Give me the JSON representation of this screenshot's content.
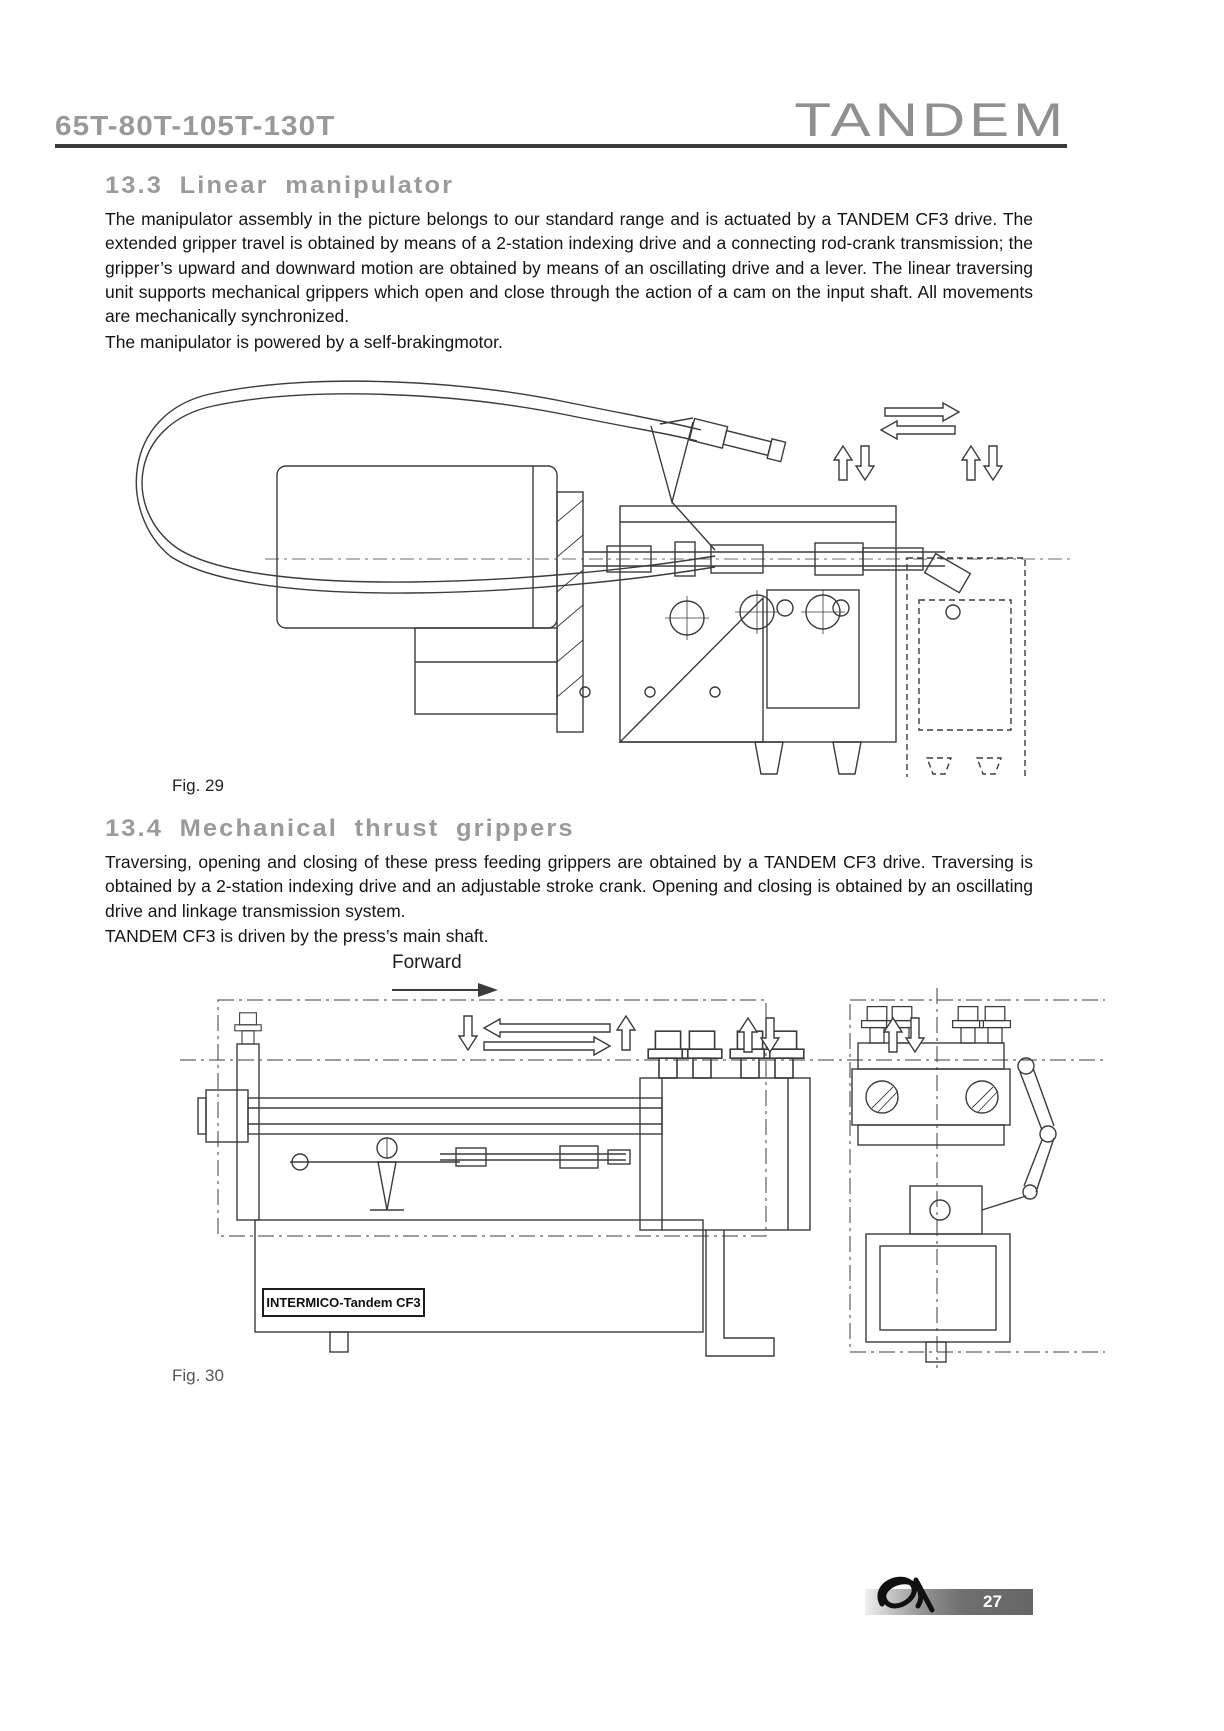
{
  "header": {
    "model_range": "65T-80T-105T-130T",
    "brand": "TANDEM"
  },
  "sections": {
    "linear_manipulator": {
      "heading": "13.3 Linear manipulator",
      "paragraph": "The manipulator assembly in the picture belongs to our standard range and is actuated by a TANDEM CF3 drive. The extended gripper travel is obtained by means of a 2-station indexing drive and a connecting rod-crank transmission; the gripper’s upward and downward motion are obtained by means of an oscillating drive and a lever. The linear traversing unit supports mechanical grippers which open and close through the action of a cam on the input shaft. All movements are mechanically synchronized.",
      "paragraph2": "The manipulator is powered by a self-brakingmotor.",
      "figure_caption": "Fig. 29"
    },
    "thrust_grippers": {
      "heading": "13.4 Mechanical thrust grippers",
      "paragraph": "Traversing, opening and closing of these press feeding grippers are obtained by a TANDEM CF3 drive. Traversing is obtained by a 2-station indexing drive and an adjustable stroke crank. Opening and closing is obtained by an oscillating drive and linkage transmission system.",
      "paragraph2": "TANDEM CF3 is driven by the press’s main shaft.",
      "figure_caption": "Fig. 30",
      "figure_labels": {
        "forward": "Forward",
        "unit": "INTERMICO-Tandem CF3"
      }
    }
  },
  "footer": {
    "page_number": "27"
  }
}
